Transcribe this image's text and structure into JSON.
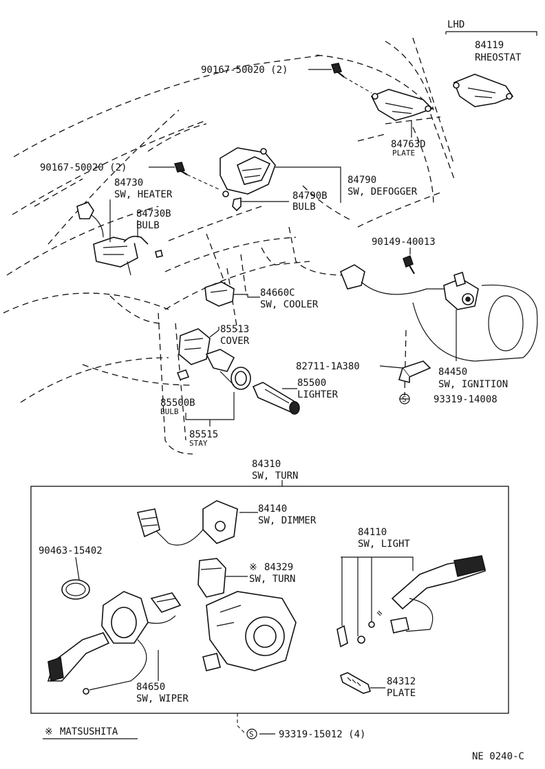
{
  "diagram_code": "NE 0240-C",
  "legend": {
    "mark": "※",
    "maker": "MATSUSHITA"
  },
  "variant_label": "LHD",
  "sub_assembly": {
    "number": "84310",
    "name": "SW, TURN"
  },
  "callouts": {
    "rheostat": {
      "number": "84119",
      "name": "RHEOSTAT"
    },
    "screw_top": {
      "number": "90167-50020 (2)"
    },
    "plate": {
      "number": "84763D",
      "name": "PLATE"
    },
    "screw_mid": {
      "number": "90167-50020 (2)"
    },
    "heater": {
      "number": "84730",
      "name": "SW, HEATER"
    },
    "heater_bulb": {
      "number": "84730B",
      "name": "BULB"
    },
    "defogger": {
      "number": "84790",
      "name": "SW, DEFOGGER"
    },
    "defog_bulb": {
      "number": "84790B",
      "name": "BULB"
    },
    "screw_ign": {
      "number": "90149-40013"
    },
    "cooler": {
      "number": "84660C",
      "name": "SW, COOLER"
    },
    "cover": {
      "number": "85513",
      "name": "COVER"
    },
    "bracket": {
      "number": "82711-1A380"
    },
    "ignition": {
      "number": "84450",
      "name": "SW, IGNITION"
    },
    "lighter": {
      "number": "85500",
      "name": "LIGHTER"
    },
    "lighter_bulb": {
      "number": "85500B",
      "name": "BULB"
    },
    "std_ign": {
      "mark": "S",
      "number": "93319-14008"
    },
    "stay": {
      "number": "85515",
      "name": "STAY"
    },
    "dimmer": {
      "number": "84140",
      "name": "SW, DIMMER"
    },
    "clamp": {
      "number": "90463-15402"
    },
    "turn_sw": {
      "mark": "※",
      "number": "84329",
      "name": "SW, TURN"
    },
    "light": {
      "number": "84110",
      "name": "SW, LIGHT"
    },
    "wiper": {
      "number": "84650",
      "name": "SW, WIPER"
    },
    "plate2": {
      "number": "84312",
      "name": "PLATE"
    },
    "std_bottom": {
      "mark": "S",
      "number": "93319-15012 (4)"
    }
  }
}
